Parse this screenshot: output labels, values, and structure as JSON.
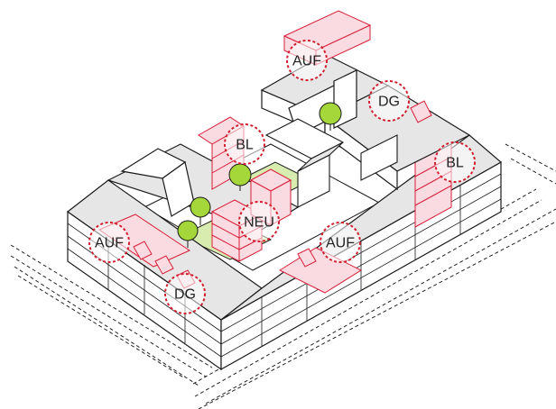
{
  "labels": {
    "auf_top": "AUF",
    "dg_right": "DG",
    "bl_center": "BL",
    "bl_right": "BL",
    "neu": "NEU",
    "auf_left": "AUF",
    "auf_center": "AUF",
    "dg_left": "DG"
  },
  "colors": {
    "outline": "#1a1a1a",
    "roof_grey": "#e6e6e6",
    "accent_pink": "#f9dbe1",
    "accent_stroke": "#d81f3a",
    "circle_red": "#d11f2f",
    "green_courtyard": "#d9ecb0",
    "tree_green": "#a5d63a"
  }
}
